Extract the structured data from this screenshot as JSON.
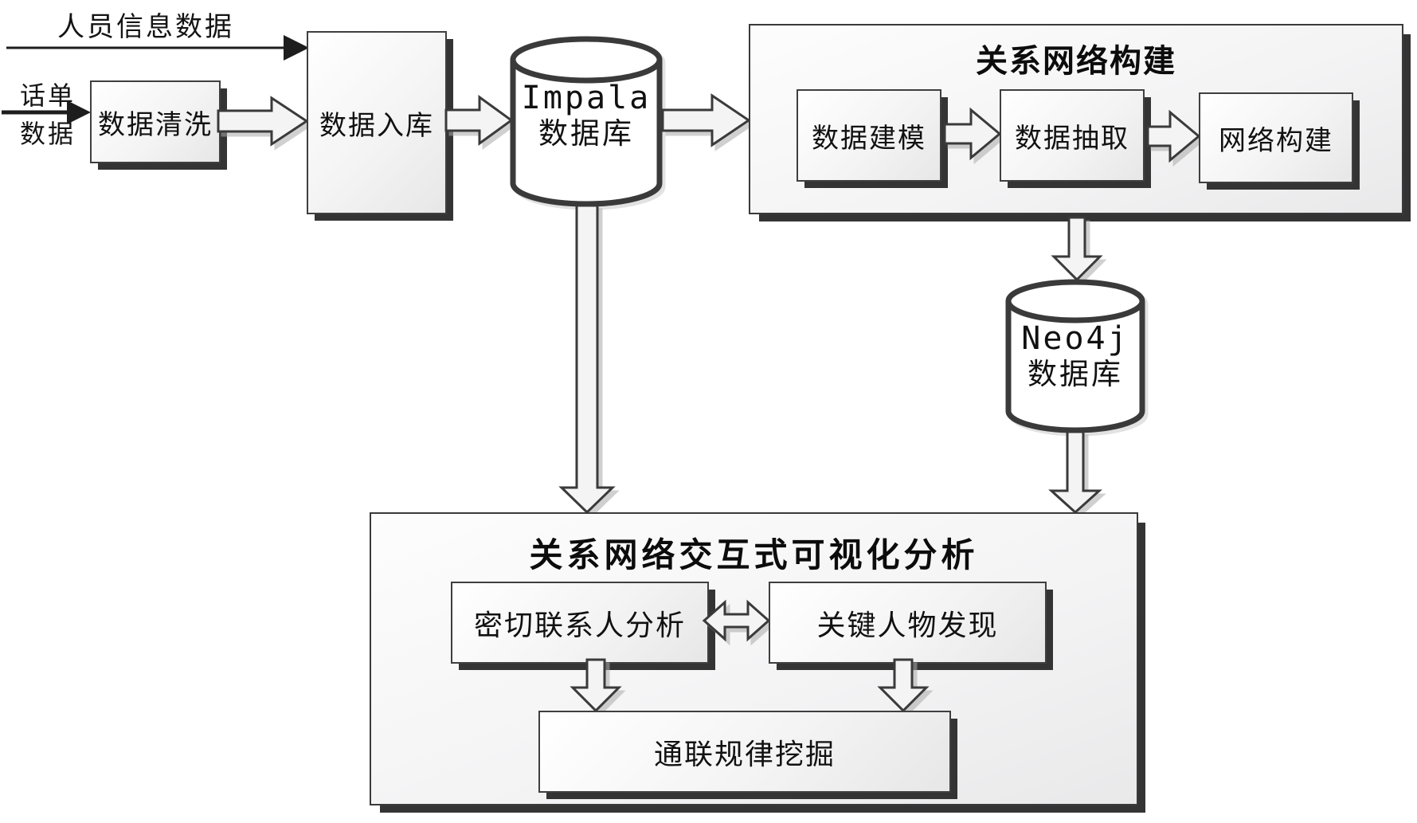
{
  "labels": {
    "personnel": "人员信息数据",
    "call_line1": "话单",
    "call_line2": "数据"
  },
  "nodes": {
    "cleaning": "数据清洗",
    "storage": "数据入库",
    "impala_name": "Impala",
    "impala_type": "数据库",
    "neo4j_name": "Neo4j",
    "neo4j_type": "数据库"
  },
  "build": {
    "title": "关系网络构建",
    "steps": [
      "数据建模",
      "数据抽取",
      "网络构建"
    ]
  },
  "analysis": {
    "title": "关系网络交互式可视化分析",
    "contacts": "密切联系人分析",
    "keyperson": "关键人物发现",
    "mining": "通联规律挖掘"
  },
  "colors": {
    "outline": "#3a3a3a",
    "shadow": "#343434",
    "arrow_fill": "#f4f4f4",
    "box_fill": "#f4f4f4"
  }
}
